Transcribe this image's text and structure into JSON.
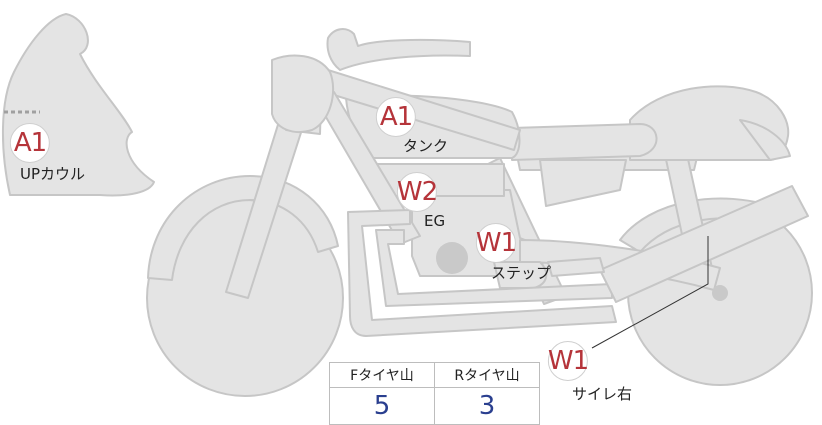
{
  "colors": {
    "body_fill": "#e4e4e4",
    "body_stroke": "#c6c6c6",
    "marker_text": "#b5343a",
    "value_text": "#2a3f8f"
  },
  "markers": [
    {
      "code": "A1",
      "label": "UPカウル"
    },
    {
      "code": "A1",
      "label": "タンク"
    },
    {
      "code": "W2",
      "label": "EG"
    },
    {
      "code": "W1",
      "label": "ステップ"
    },
    {
      "code": "W1",
      "label": "サイレ右"
    }
  ],
  "tire_table": {
    "front_header": "Fタイヤ山",
    "rear_header": "Rタイヤ山",
    "front_value": "5",
    "rear_value": "3"
  }
}
